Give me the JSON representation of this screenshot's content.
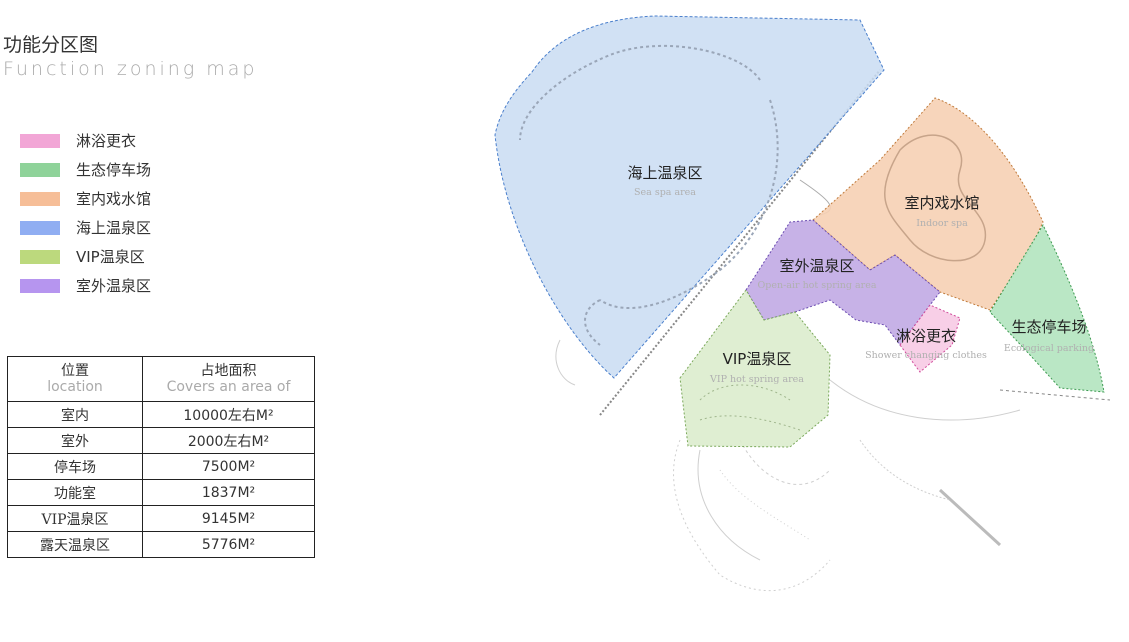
{
  "header": {
    "title": "功能分区图",
    "subtitle": "Function zoning map"
  },
  "legend": [
    {
      "label": "淋浴更衣",
      "color": "#f2a6d6"
    },
    {
      "label": "生态停车场",
      "color": "#8fd39a"
    },
    {
      "label": "室内戏水馆",
      "color": "#f6be98"
    },
    {
      "label": "海上温泉区",
      "color": "#90aef2"
    },
    {
      "label": "VIP温泉区",
      "color": "#bcd97d"
    },
    {
      "label": "室外温泉区",
      "color": "#b695ef"
    }
  ],
  "area_table": {
    "headers": [
      {
        "zh": "位置",
        "en": "location"
      },
      {
        "zh": "占地面积",
        "en": "Covers an area of"
      }
    ],
    "rows": [
      {
        "location": "室内",
        "area": "10000左右M²"
      },
      {
        "location": "室外",
        "area": "2000左右M²"
      },
      {
        "location": "停车场",
        "area": "7500M²"
      },
      {
        "location": "功能室",
        "area": "1837M²"
      },
      {
        "location": "VIP温泉区",
        "area": "9145M²"
      },
      {
        "location": "露天温泉区",
        "area": "5776M²"
      }
    ]
  },
  "map": {
    "zones": [
      {
        "name": "海上温泉区",
        "sub": "Sea spa area",
        "fill": "#c9dcf2",
        "stroke": "#4a7fcc"
      },
      {
        "name": "室内戏水馆",
        "sub": "Indoor spa",
        "fill": "#f6d0b4",
        "stroke": "#c07a3a"
      },
      {
        "name": "室外温泉区",
        "sub": "Open-air hot spring area",
        "fill": "#c4aee6",
        "stroke": "#6a4bb0"
      },
      {
        "name": "淋浴更衣",
        "sub": "Shower changing clothes",
        "fill": "#f8cce6",
        "stroke": "#d04a9a"
      },
      {
        "name": "生态停车场",
        "sub": "Ecological parking",
        "fill": "#b6e6c2",
        "stroke": "#3c9a50"
      },
      {
        "name": "VIP温泉区",
        "sub": "VIP hot spring area",
        "fill": "#dceccd",
        "stroke": "#7aa85a"
      }
    ]
  }
}
